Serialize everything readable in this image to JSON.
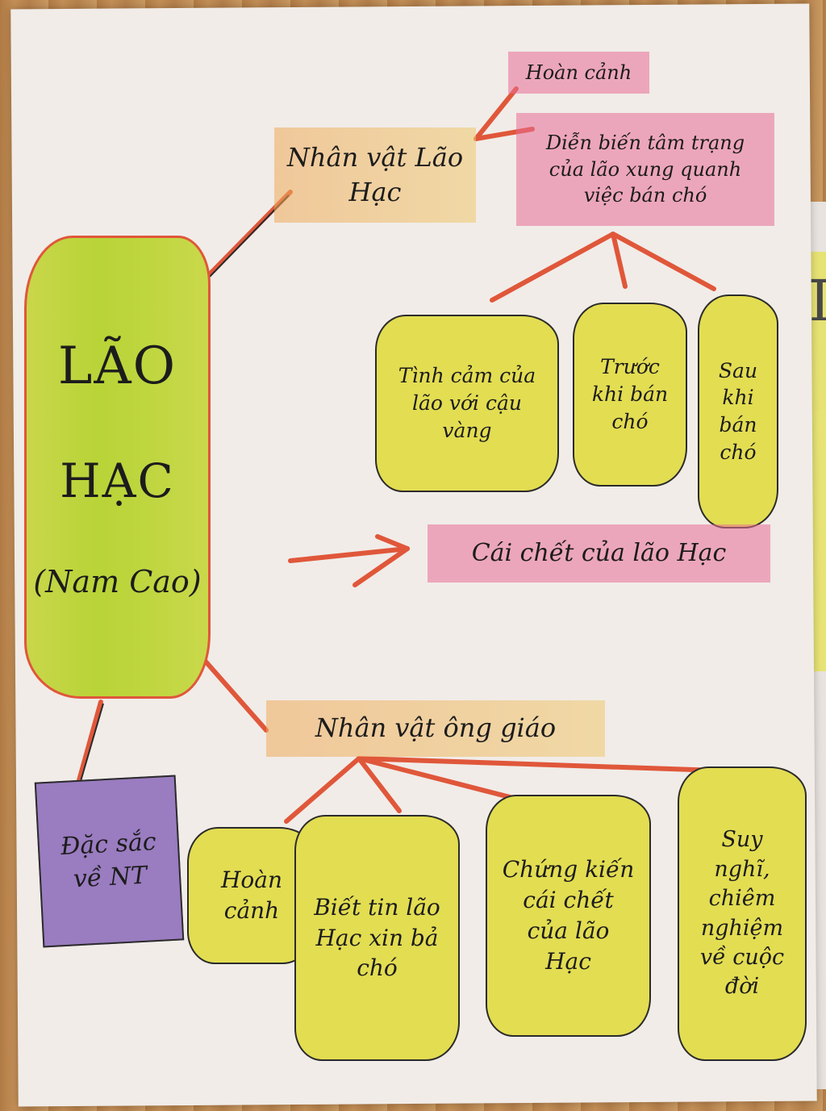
{
  "diagram": {
    "central": {
      "line1": "LÃO",
      "line2": "HẠC",
      "line3": "(Nam Cao)"
    },
    "nhan_vat_lao_hac": {
      "label": "Nhân vật Lão Hạc",
      "hoan_canh": "Hoàn cảnh",
      "dien_bien": "Diễn biến tâm trạng của lão xung quanh việc bán chó",
      "children": [
        "Tình cảm của lão với cậu vàng",
        "Trước khi bán chó",
        "Sau khi bán chó"
      ]
    },
    "cai_chet": "Cái chết của lão Hạc",
    "nhan_vat_ong_giao": {
      "label": "Nhân vật ông giáo",
      "children": [
        "Hoàn cảnh",
        "Biết tin lão Hạc xin bả chó",
        "Chứng kiến cái chết của lão Hạc",
        "Suy nghĩ, chiêm nghiệm về cuộc đời"
      ]
    },
    "dac_sac": "Đặc sắc về NT",
    "edge_letter": "T"
  }
}
